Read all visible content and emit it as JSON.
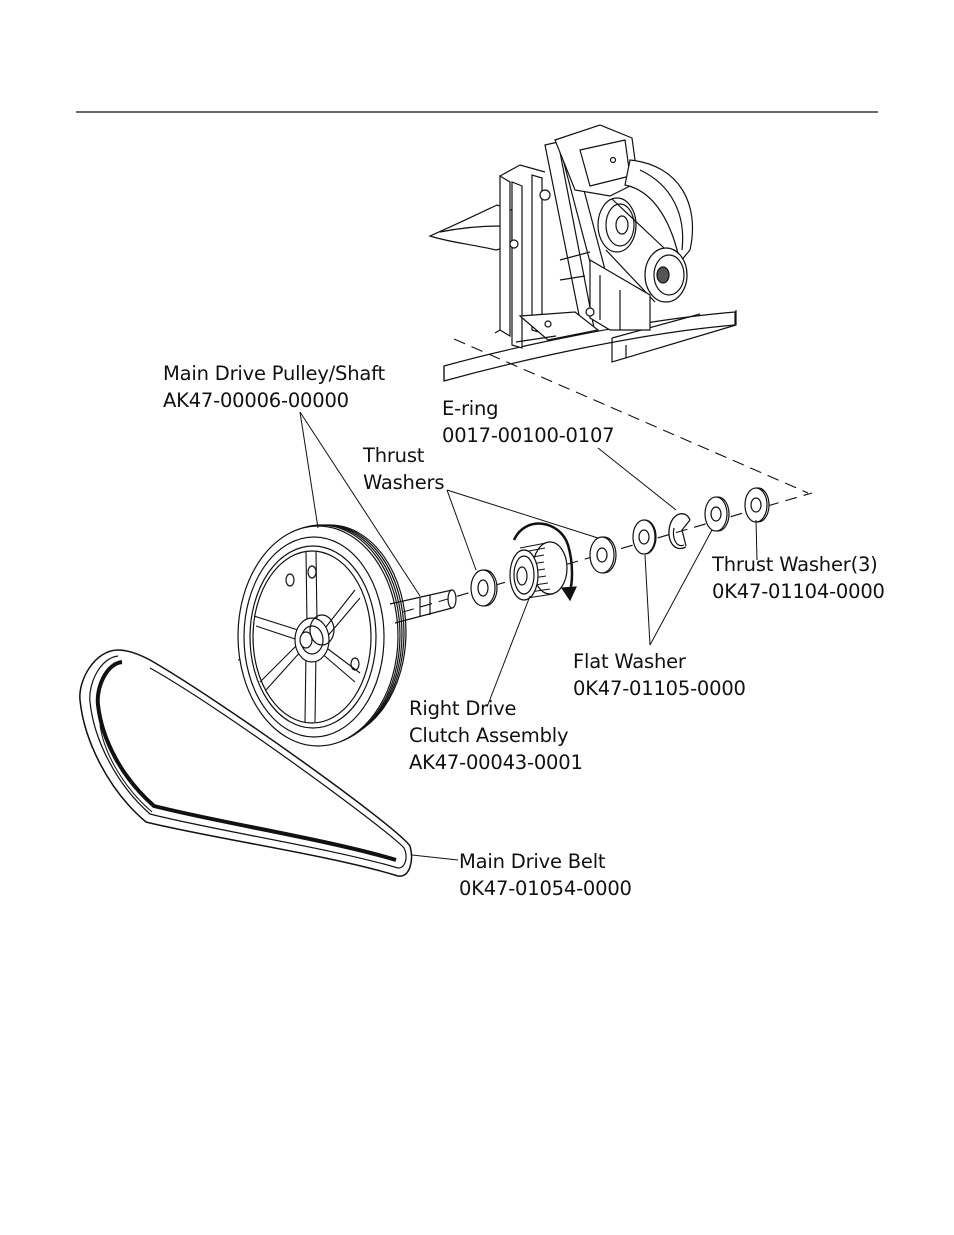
{
  "labels": {
    "main_drive_pulley": {
      "name": "Main Drive Pulley/Shaft",
      "part": "AK47-00006-00000"
    },
    "e_ring": {
      "name": "E-ring",
      "part": "0017-00100-0107"
    },
    "thrust_washers": {
      "line1": "Thrust",
      "line2": "Washers"
    },
    "thrust_washer_3": {
      "name": "Thrust Washer(3)",
      "part": "0K47-01104-0000"
    },
    "flat_washer": {
      "name": "Flat Washer",
      "part": "0K47-01105-0000"
    },
    "right_drive_clutch": {
      "line1": "Right Drive",
      "line2": "Clutch Assembly",
      "part": "AK47-00043-0001"
    },
    "main_drive_belt": {
      "name": "Main Drive Belt",
      "part": "0K47-01054-0000"
    }
  },
  "colors": {
    "line": "#111111",
    "background": "#ffffff"
  }
}
